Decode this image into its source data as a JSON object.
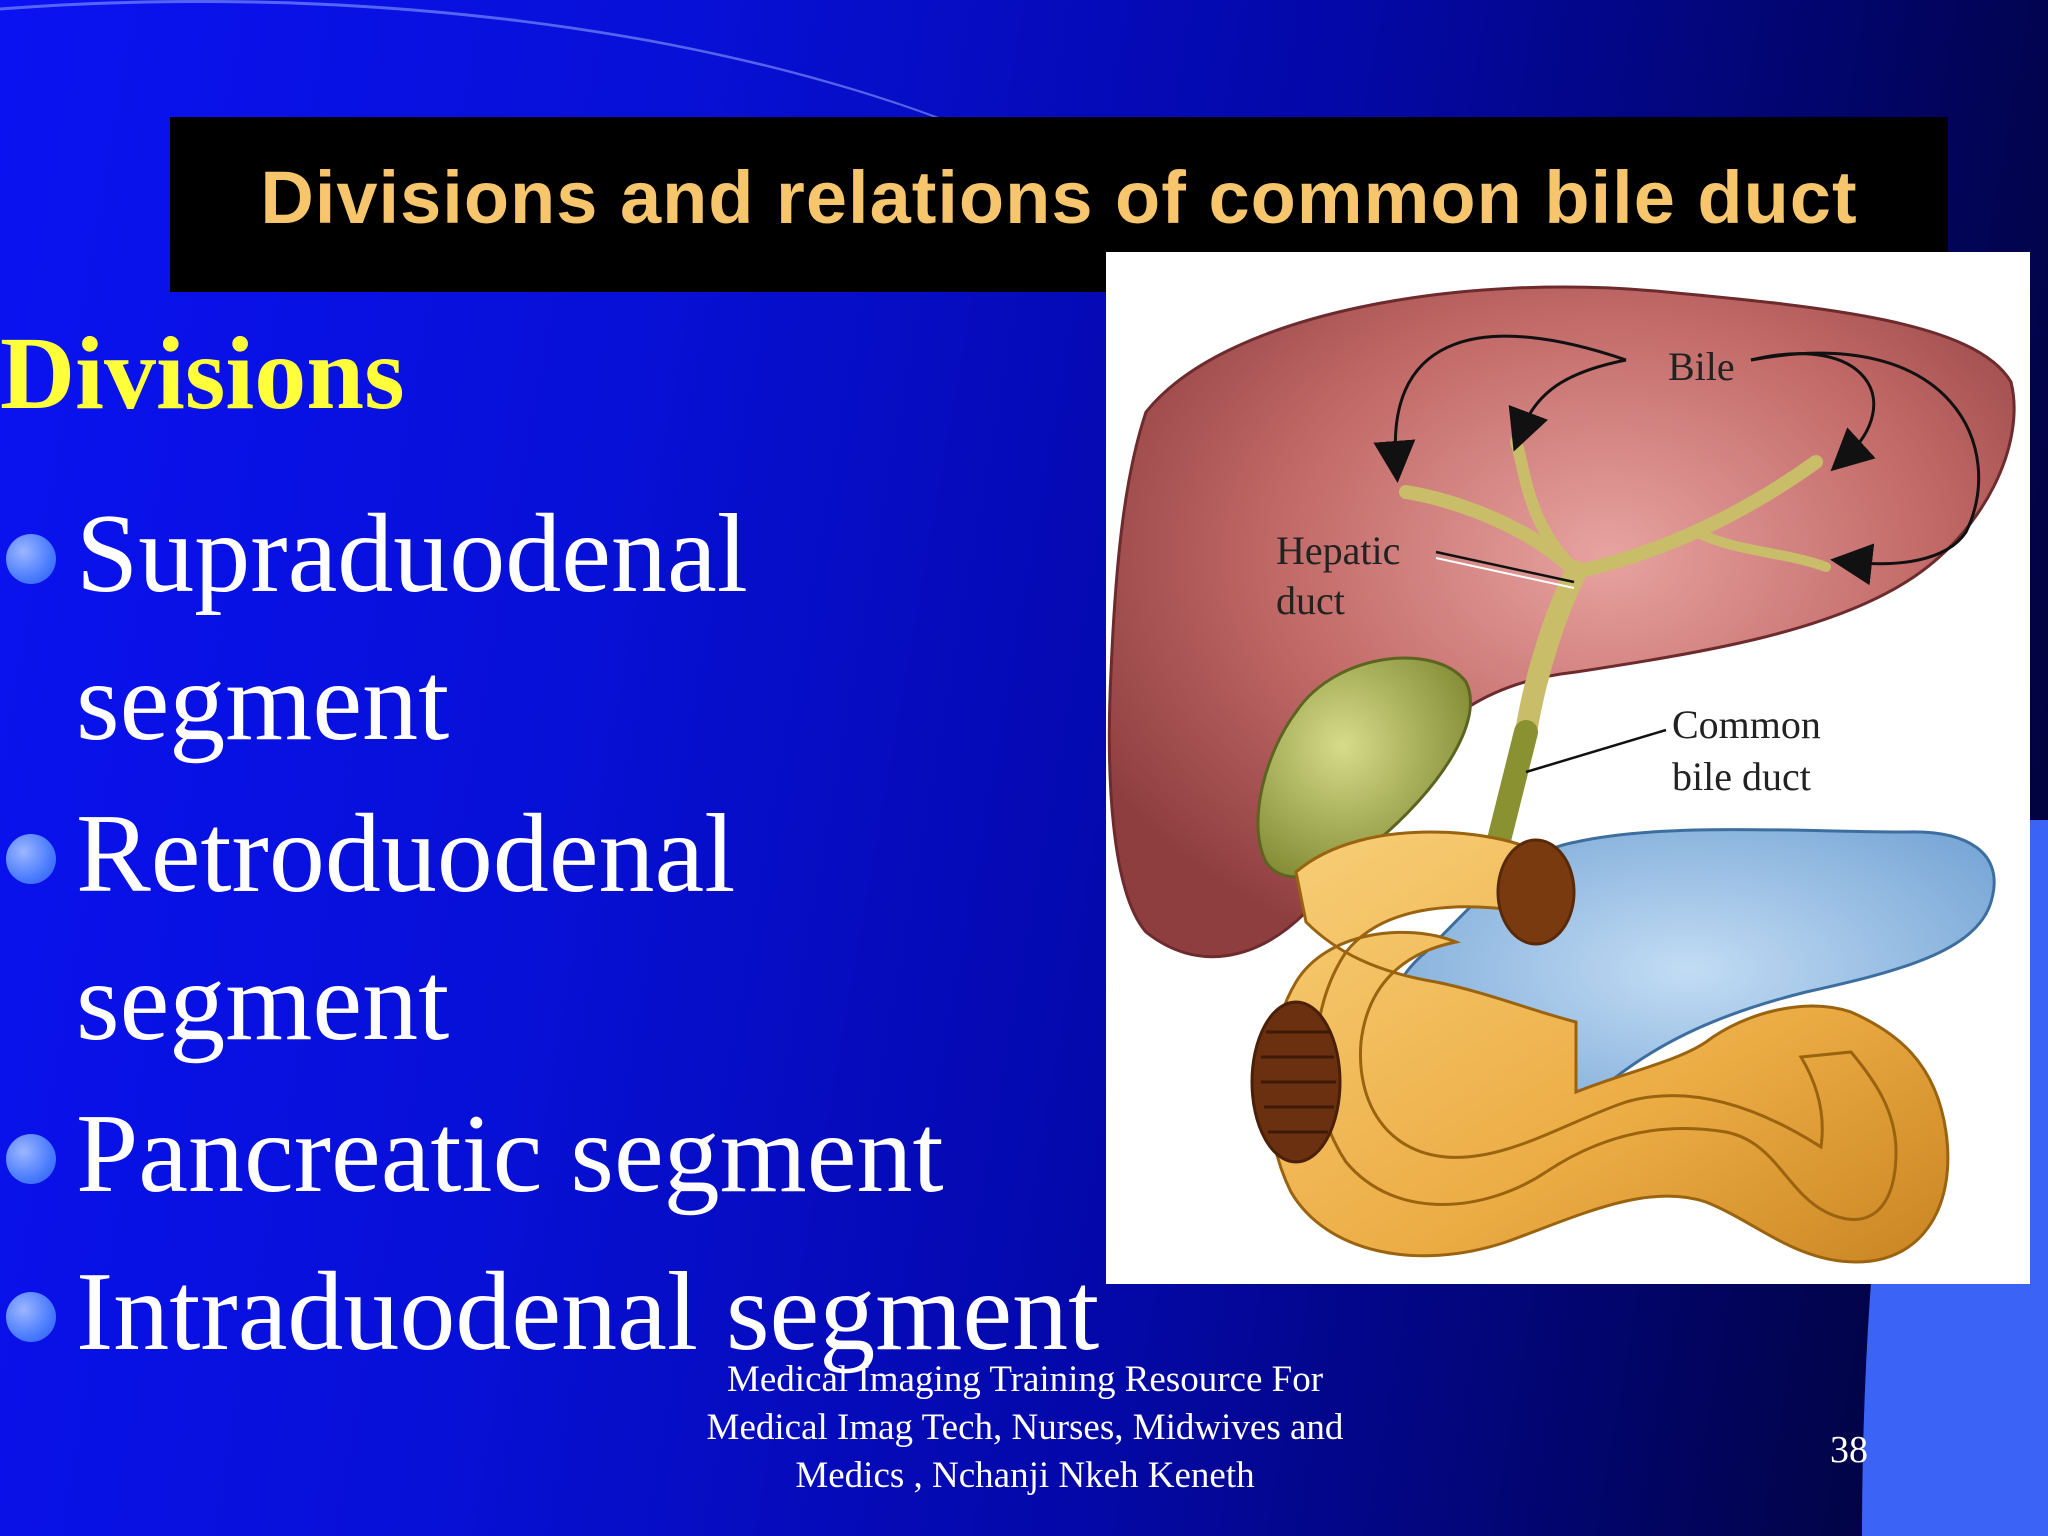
{
  "slide": {
    "title": "Divisions and relations of common bile duct",
    "heading": "Divisions",
    "bullets": [
      {
        "line1": "Supraduodenal",
        "line2": "segment"
      },
      {
        "line1": "Retroduodenal",
        "line2": "segment"
      },
      {
        "line1": "Pancreatic segment"
      },
      {
        "line1": "Intraduodenal segment"
      }
    ],
    "footer": "Medical Imaging Training Resource For Medical Imag Tech, Nurses, Midwives and Medics , Nchanji Nkeh Keneth",
    "page_number": "38"
  },
  "figure": {
    "labels": {
      "bile": "Bile",
      "hepatic_line1": "Hepatic",
      "hepatic_line2": "duct",
      "cbd_line1": "Common",
      "cbd_line2": "bile duct"
    }
  },
  "colors": {
    "title_text": "#f6c56c",
    "heading_text": "#ffff3a",
    "bullet_dot": "#4a7cff",
    "liver": "#b85a5a",
    "gallbladder": "#9aa24a",
    "duodenum": "#f0b34a",
    "pancreas": "#8fbce6"
  }
}
